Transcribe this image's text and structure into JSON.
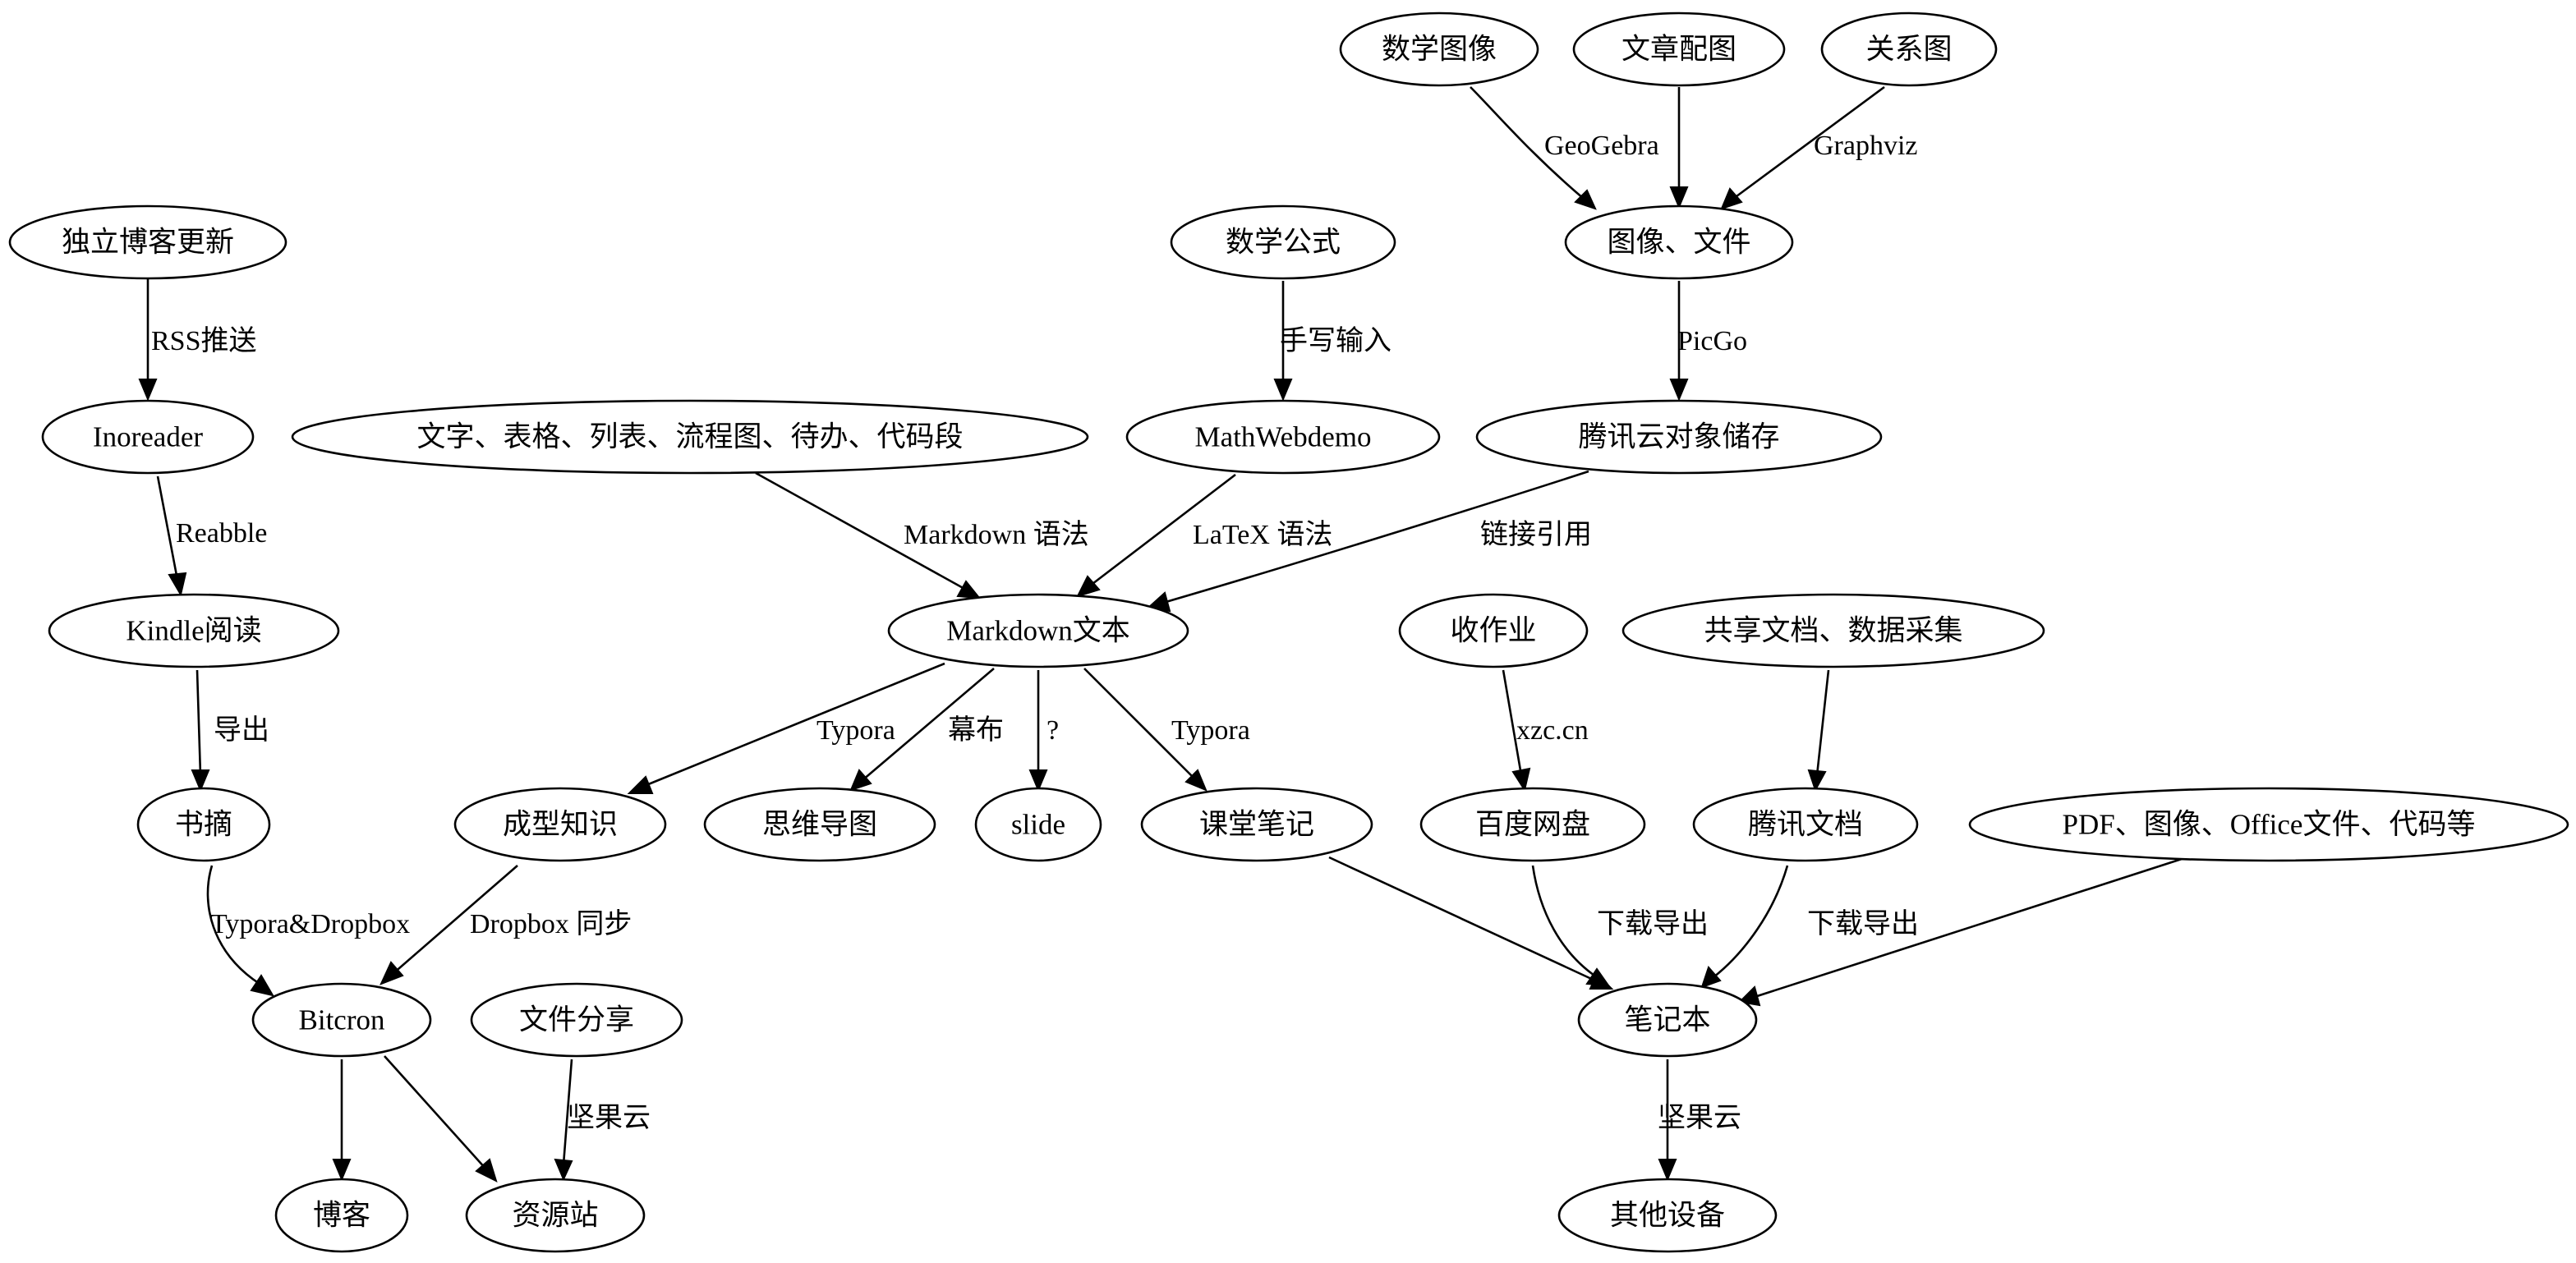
{
  "nodes": {
    "blog_update": "独立博客更新",
    "inoreader": "Inoreader",
    "kindle": "Kindle阅读",
    "excerpt": "书摘",
    "bitcron": "Bitcron",
    "blog": "博客",
    "resource_site": "资源站",
    "file_share": "文件分享",
    "knowledge": "成型知识",
    "mindmap": "思维导图",
    "slide": "slide",
    "class_notes": "课堂笔记",
    "text_elements": "文字、表格、列表、流程图、待办、代码段",
    "math_formula": "数学公式",
    "mathwebdemo": "MathWebdemo",
    "markdown_text": "Markdown文本",
    "math_image": "数学图像",
    "article_image": "文章配图",
    "relation_graph": "关系图",
    "image_file": "图像、文件",
    "tencent_cos": "腾讯云对象储存",
    "homework": "收作业",
    "shared_docs": "共享文档、数据采集",
    "baidu_pan": "百度网盘",
    "tencent_docs": "腾讯文档",
    "misc_files": "PDF、图像、Office文件、代码等",
    "notebook": "笔记本",
    "other_devices": "其他设备"
  },
  "edges": {
    "rss": "RSS推送",
    "reabble": "Reabble",
    "export": "导出",
    "typora_dropbox": "Typora&Dropbox",
    "dropbox_sync": "Dropbox 同步",
    "jianguoyun_share": "坚果云",
    "markdown_syntax": "Markdown 语法",
    "handwriting": "手写输入",
    "latex_syntax": "LaTeX 语法",
    "geogebra": "GeoGebra",
    "graphviz": "Graphviz",
    "picgo": "PicGo",
    "link_ref": "链接引用",
    "typora_knowledge": "Typora",
    "mubu": "幕布",
    "unknown": "?",
    "typora_notes": "Typora",
    "xzc": "xzc.cn",
    "download_baidu": "下载导出",
    "download_tencent": "下载导出",
    "jianguoyun_devices": "坚果云"
  }
}
